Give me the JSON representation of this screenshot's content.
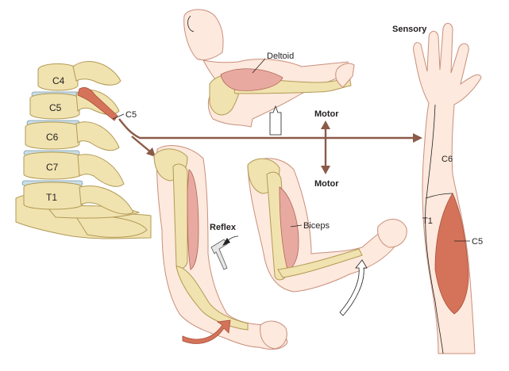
{
  "labels": {
    "vertebrae": [
      "C4",
      "C5",
      "C6",
      "C7",
      "T1"
    ],
    "nerve_root": "C5",
    "deltoid": "Deltoid",
    "biceps": "Biceps",
    "motor_top": "Motor",
    "motor_bottom": "Motor",
    "reflex": "Reflex",
    "sensory": "Sensory",
    "derm_c6": "C6",
    "derm_t1": "T1",
    "derm_c5": "C5"
  },
  "colors": {
    "skin": "#fde9dd",
    "bone": "#f1e3b0",
    "muscle": "#e8aaa0",
    "dermatome_c5": "#d4735a",
    "pathway_arrow": "#8b5a48"
  }
}
